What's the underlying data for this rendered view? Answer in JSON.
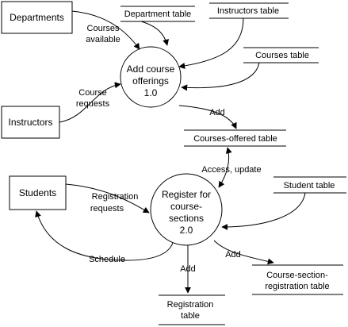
{
  "entities": {
    "departments": "Departments",
    "instructors": "Instructors",
    "students": "Students"
  },
  "processes": {
    "add_course_offerings": {
      "line1": "Add course",
      "line2": "offerings",
      "number": "1.0"
    },
    "register_for_course_sections": {
      "line1": "Register for",
      "line2": "course-",
      "line3": "sections",
      "number": "2.0"
    }
  },
  "data_stores": {
    "department_table": "Department table",
    "instructors_table": "Instructors table",
    "courses_table": "Courses table",
    "courses_offered_table": "Courses-offered table",
    "student_table": "Student table",
    "course_section_registration_table": {
      "line1": "Course-section-",
      "line2": "registration table"
    },
    "registration_table": {
      "line1": "Registration",
      "line2": "table"
    }
  },
  "flows": {
    "courses_available": {
      "line1": "Courses",
      "line2": "available"
    },
    "course_requests": {
      "line1": "Course",
      "line2": "requests"
    },
    "add_offered": "Add",
    "access_update": "Access, update",
    "registration_requests": {
      "line1": "Registration",
      "line2": "requests"
    },
    "schedule": "Schedule",
    "add_section_registration": "Add",
    "add_registration": "Add"
  },
  "colors": {
    "stroke": "#000000",
    "background": "#ffffff"
  }
}
